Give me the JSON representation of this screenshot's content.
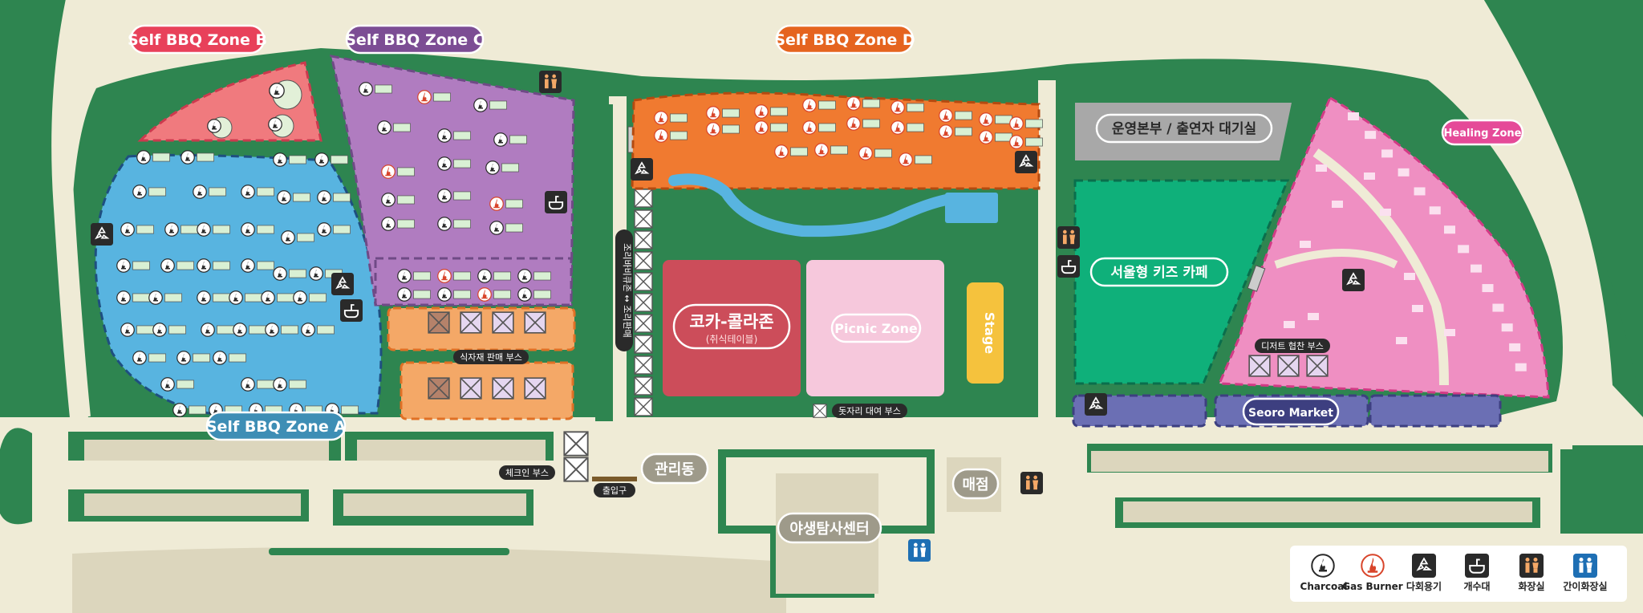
{
  "map": {
    "zones": {
      "zone_a": "Self BBQ Zone A",
      "zone_b": "Self BBQ Zone B",
      "zone_c": "Self BBQ Zone C",
      "zone_d": "Self BBQ Zone D",
      "healing": "Healing Zone",
      "seoro": "Seoro Market",
      "coca_cola": "코카-콜라존",
      "coca_cola_sub": "(취식테이블)",
      "picnic": "Picnic Zone",
      "stage": "Stage",
      "kids_cafe": "서울형 키즈 카페",
      "ops": "운영본부 / 출연자 대기실"
    },
    "buildings": {
      "management": "관리동",
      "store": "매점",
      "wildlife_center": "야생탐사센터"
    },
    "booths": {
      "ingredients": "식자재 판매 부스",
      "mat_rental": "돗자리 대여 부스",
      "dessert": "디저트 협찬 부스",
      "checkin": "체크인 부스",
      "entrance": "출입구",
      "walkway": "조리바비큐존 ↔ 조리판매"
    },
    "legend": [
      {
        "icon": "charcoal-grill-icon",
        "label": "Charcoal"
      },
      {
        "icon": "gas-burner-icon",
        "label": "Gas Burner"
      },
      {
        "icon": "recycle-icon",
        "label": "다회용기"
      },
      {
        "icon": "sink-icon",
        "label": "개수대"
      },
      {
        "icon": "restroom-icon",
        "label": "화장실"
      },
      {
        "icon": "portable-restroom-icon",
        "label": "간이화장실"
      }
    ],
    "colors": {
      "grass": "#2e8550",
      "path": "#efebd6",
      "zone_a": "#58b4e0",
      "zone_b": "#f07a7e",
      "zone_c": "#b07cc0",
      "zone_d": "#f07a30",
      "ingredient_zone": "#f4a867",
      "coca_cola": "#cc4d5a",
      "picnic": "#f6c8dc",
      "stage": "#f5c23d",
      "kids_cafe": "#0fb07a",
      "ops": "#a8a8a8",
      "healing": "#ef8fc2",
      "seoro": "#6b6fb4",
      "dark_icon": "#2a2a2a"
    }
  }
}
